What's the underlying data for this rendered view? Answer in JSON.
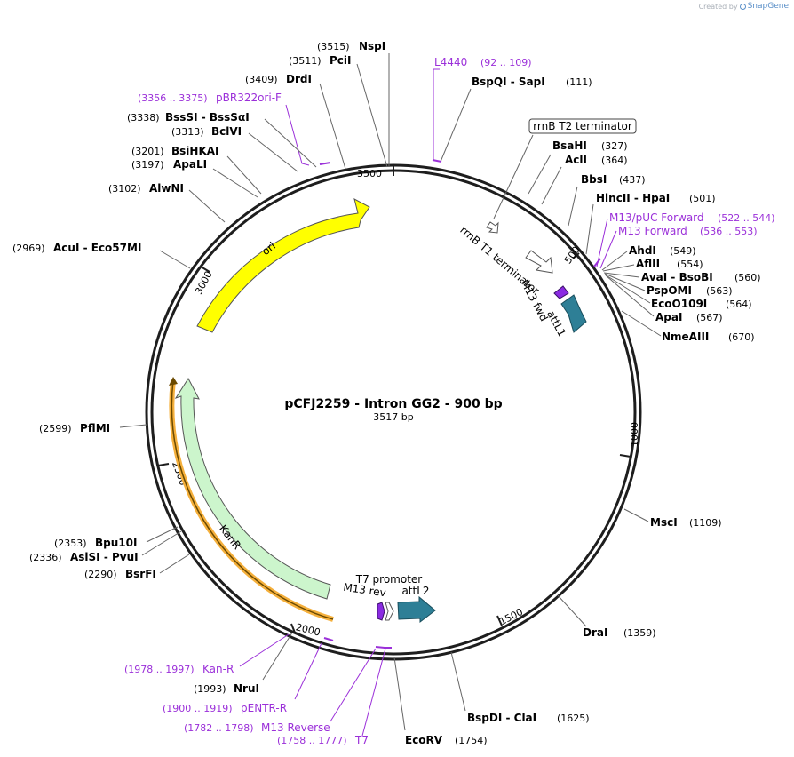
{
  "credit": {
    "created_by": "Created by",
    "brand": "SnapGene"
  },
  "title": "pCFJ2259 - Intron GG2 - 900 bp",
  "length_label": "3517 bp",
  "colors": {
    "backbone": "#1e1e1e",
    "ori": "#ffff00",
    "kanr": "#ccf5cc",
    "kanr_highlight": "#f5b03c",
    "att": "#2e7f96",
    "primer": "#9b30d9",
    "m13fwd": "#8a2be2",
    "leader": "#666666"
  },
  "tick_labels": [
    {
      "id": "t500",
      "text": "500"
    },
    {
      "id": "t1000",
      "text": "1000"
    },
    {
      "id": "t1500",
      "text": "1500"
    },
    {
      "id": "t2000",
      "text": "2000"
    },
    {
      "id": "t2500",
      "text": "2500"
    },
    {
      "id": "t3000",
      "text": "3000"
    },
    {
      "id": "t3500",
      "text": "3500"
    }
  ],
  "features": {
    "ori": "ori",
    "kanr": "KanR",
    "rrnb_t2": "rrnB T2 terminator",
    "rrnb_t1": "rrnB T1 terminator",
    "m13_fwd": "M13 fwd",
    "attl1": "attL1",
    "t7_promoter": "T7 promoter",
    "m13_rev": "M13 rev",
    "attl2": "attL2"
  },
  "site_labels": [
    {
      "id": "nspi",
      "num": "(3515)",
      "name": "NspI"
    },
    {
      "id": "pcii",
      "num": "(3511)",
      "name": "PciI"
    },
    {
      "id": "drdi",
      "num": "(3409)",
      "name": "DrdI"
    },
    {
      "id": "pbr322",
      "num": "(3356 .. 3375)",
      "name": "pBR322ori-F",
      "primer": true
    },
    {
      "id": "bsssi",
      "num": "(3338)",
      "name": "BssSI  -  BssSαI"
    },
    {
      "id": "bclvi",
      "num": "(3313)",
      "name": "BclVI"
    },
    {
      "id": "bsihkai",
      "num": "(3201)",
      "name": "BsiHKAI"
    },
    {
      "id": "apali",
      "num": "(3197)",
      "name": "ApaLI"
    },
    {
      "id": "alwni",
      "num": "(3102)",
      "name": "AlwNI"
    },
    {
      "id": "acui",
      "num": "(2969)",
      "name": "AcuI  -  Eco57MI"
    },
    {
      "id": "pflmi",
      "num": "(2599)",
      "name": "PflMI"
    },
    {
      "id": "bpu10i",
      "num": "(2353)",
      "name": "Bpu10I"
    },
    {
      "id": "asisi",
      "num": "(2336)",
      "name": "AsiSI  -  PvuI"
    },
    {
      "id": "bsrfi",
      "num": "(2290)",
      "name": "BsrFI"
    },
    {
      "id": "l4440",
      "num": "(92 .. 109)",
      "name": "L4440",
      "primer": true
    },
    {
      "id": "bspqi",
      "num": "(111)",
      "name": "BspQI  -  SapI"
    },
    {
      "id": "bsahi",
      "num": "(327)",
      "name": "BsaHI"
    },
    {
      "id": "acli",
      "num": "(364)",
      "name": "AclI"
    },
    {
      "id": "bbsi",
      "num": "(437)",
      "name": "BbsI"
    },
    {
      "id": "hincii",
      "num": "(501)",
      "name": "HincII  -  HpaI"
    },
    {
      "id": "m13puc",
      "num": "(522 .. 544)",
      "name": "M13/pUC Forward",
      "primer": true
    },
    {
      "id": "m13fwdp",
      "num": "(536 .. 553)",
      "name": "M13 Forward",
      "primer": true
    },
    {
      "id": "ahdi",
      "num": "(549)",
      "name": "AhdI"
    },
    {
      "id": "aflii",
      "num": "(554)",
      "name": "AflII"
    },
    {
      "id": "avai",
      "num": "(560)",
      "name": "AvaI  -  BsoBI"
    },
    {
      "id": "pspomi",
      "num": "(563)",
      "name": "PspOMI"
    },
    {
      "id": "eco0109i",
      "num": "(564)",
      "name": "EcoO109I"
    },
    {
      "id": "apai",
      "num": "(567)",
      "name": "ApaI"
    },
    {
      "id": "nmeaiii",
      "num": "(670)",
      "name": "NmeAIII"
    },
    {
      "id": "msci",
      "num": "(1109)",
      "name": "MscI"
    },
    {
      "id": "drai",
      "num": "(1359)",
      "name": "DraI"
    },
    {
      "id": "bspdi",
      "num": "(1625)",
      "name": "BspDI  -  ClaI"
    },
    {
      "id": "ecorv",
      "num": "(1754)",
      "name": "EcoRV"
    },
    {
      "id": "t7p",
      "num": "(1758 .. 1777)",
      "name": "T7",
      "primer": true
    },
    {
      "id": "m13rev",
      "num": "(1782 .. 1798)",
      "name": "M13 Reverse",
      "primer": true
    },
    {
      "id": "pentr",
      "num": "(1900 .. 1919)",
      "name": "pENTR-R",
      "primer": true
    },
    {
      "id": "nrui",
      "num": "(1993)",
      "name": "NruI"
    },
    {
      "id": "kanrp",
      "num": "(1978 .. 1997)",
      "name": "Kan-R",
      "primer": true
    }
  ]
}
